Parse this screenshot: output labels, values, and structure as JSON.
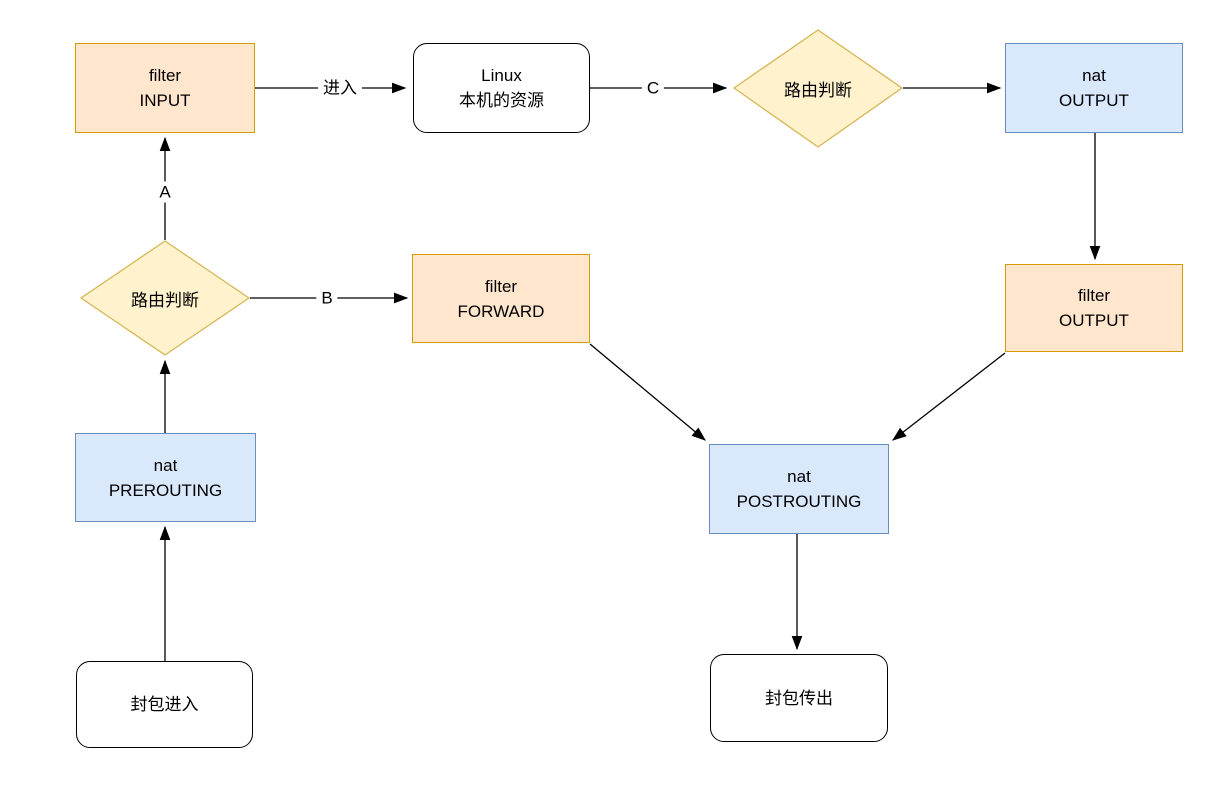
{
  "colors": {
    "orange_fill": "#FFE6CC",
    "orange_border": "#D79B00",
    "blue_fill": "#DAE8FC",
    "blue_border": "#6C8EBF",
    "yellow_fill": "#FFF2CC",
    "yellow_border": "#D6B656",
    "plain_fill": "#FFFFFF",
    "plain_border": "#000000",
    "arrow": "#000000",
    "text": "#000000",
    "background": "#FFFFFF"
  },
  "nodes": {
    "filter_input": {
      "line1": "filter",
      "line2": "INPUT"
    },
    "linux_local_resources": {
      "line1": "Linux",
      "line2": "本机的资源"
    },
    "route_decision_top": {
      "label": "路由判断"
    },
    "nat_output": {
      "line1": "nat",
      "line2": "OUTPUT"
    },
    "filter_output": {
      "line1": "filter",
      "line2": "OUTPUT"
    },
    "route_decision_left": {
      "label": "路由判断"
    },
    "filter_forward": {
      "line1": "filter",
      "line2": "FORWARD"
    },
    "nat_prerouting": {
      "line1": "nat",
      "line2": "PREROUTING"
    },
    "nat_postrouting": {
      "line1": "nat",
      "line2": "POSTROUTING"
    },
    "packet_in": {
      "label": "封包进入"
    },
    "packet_out": {
      "label": "封包传出"
    }
  },
  "edge_labels": {
    "enter": "进入",
    "a": "A",
    "b": "B",
    "c": "C"
  }
}
